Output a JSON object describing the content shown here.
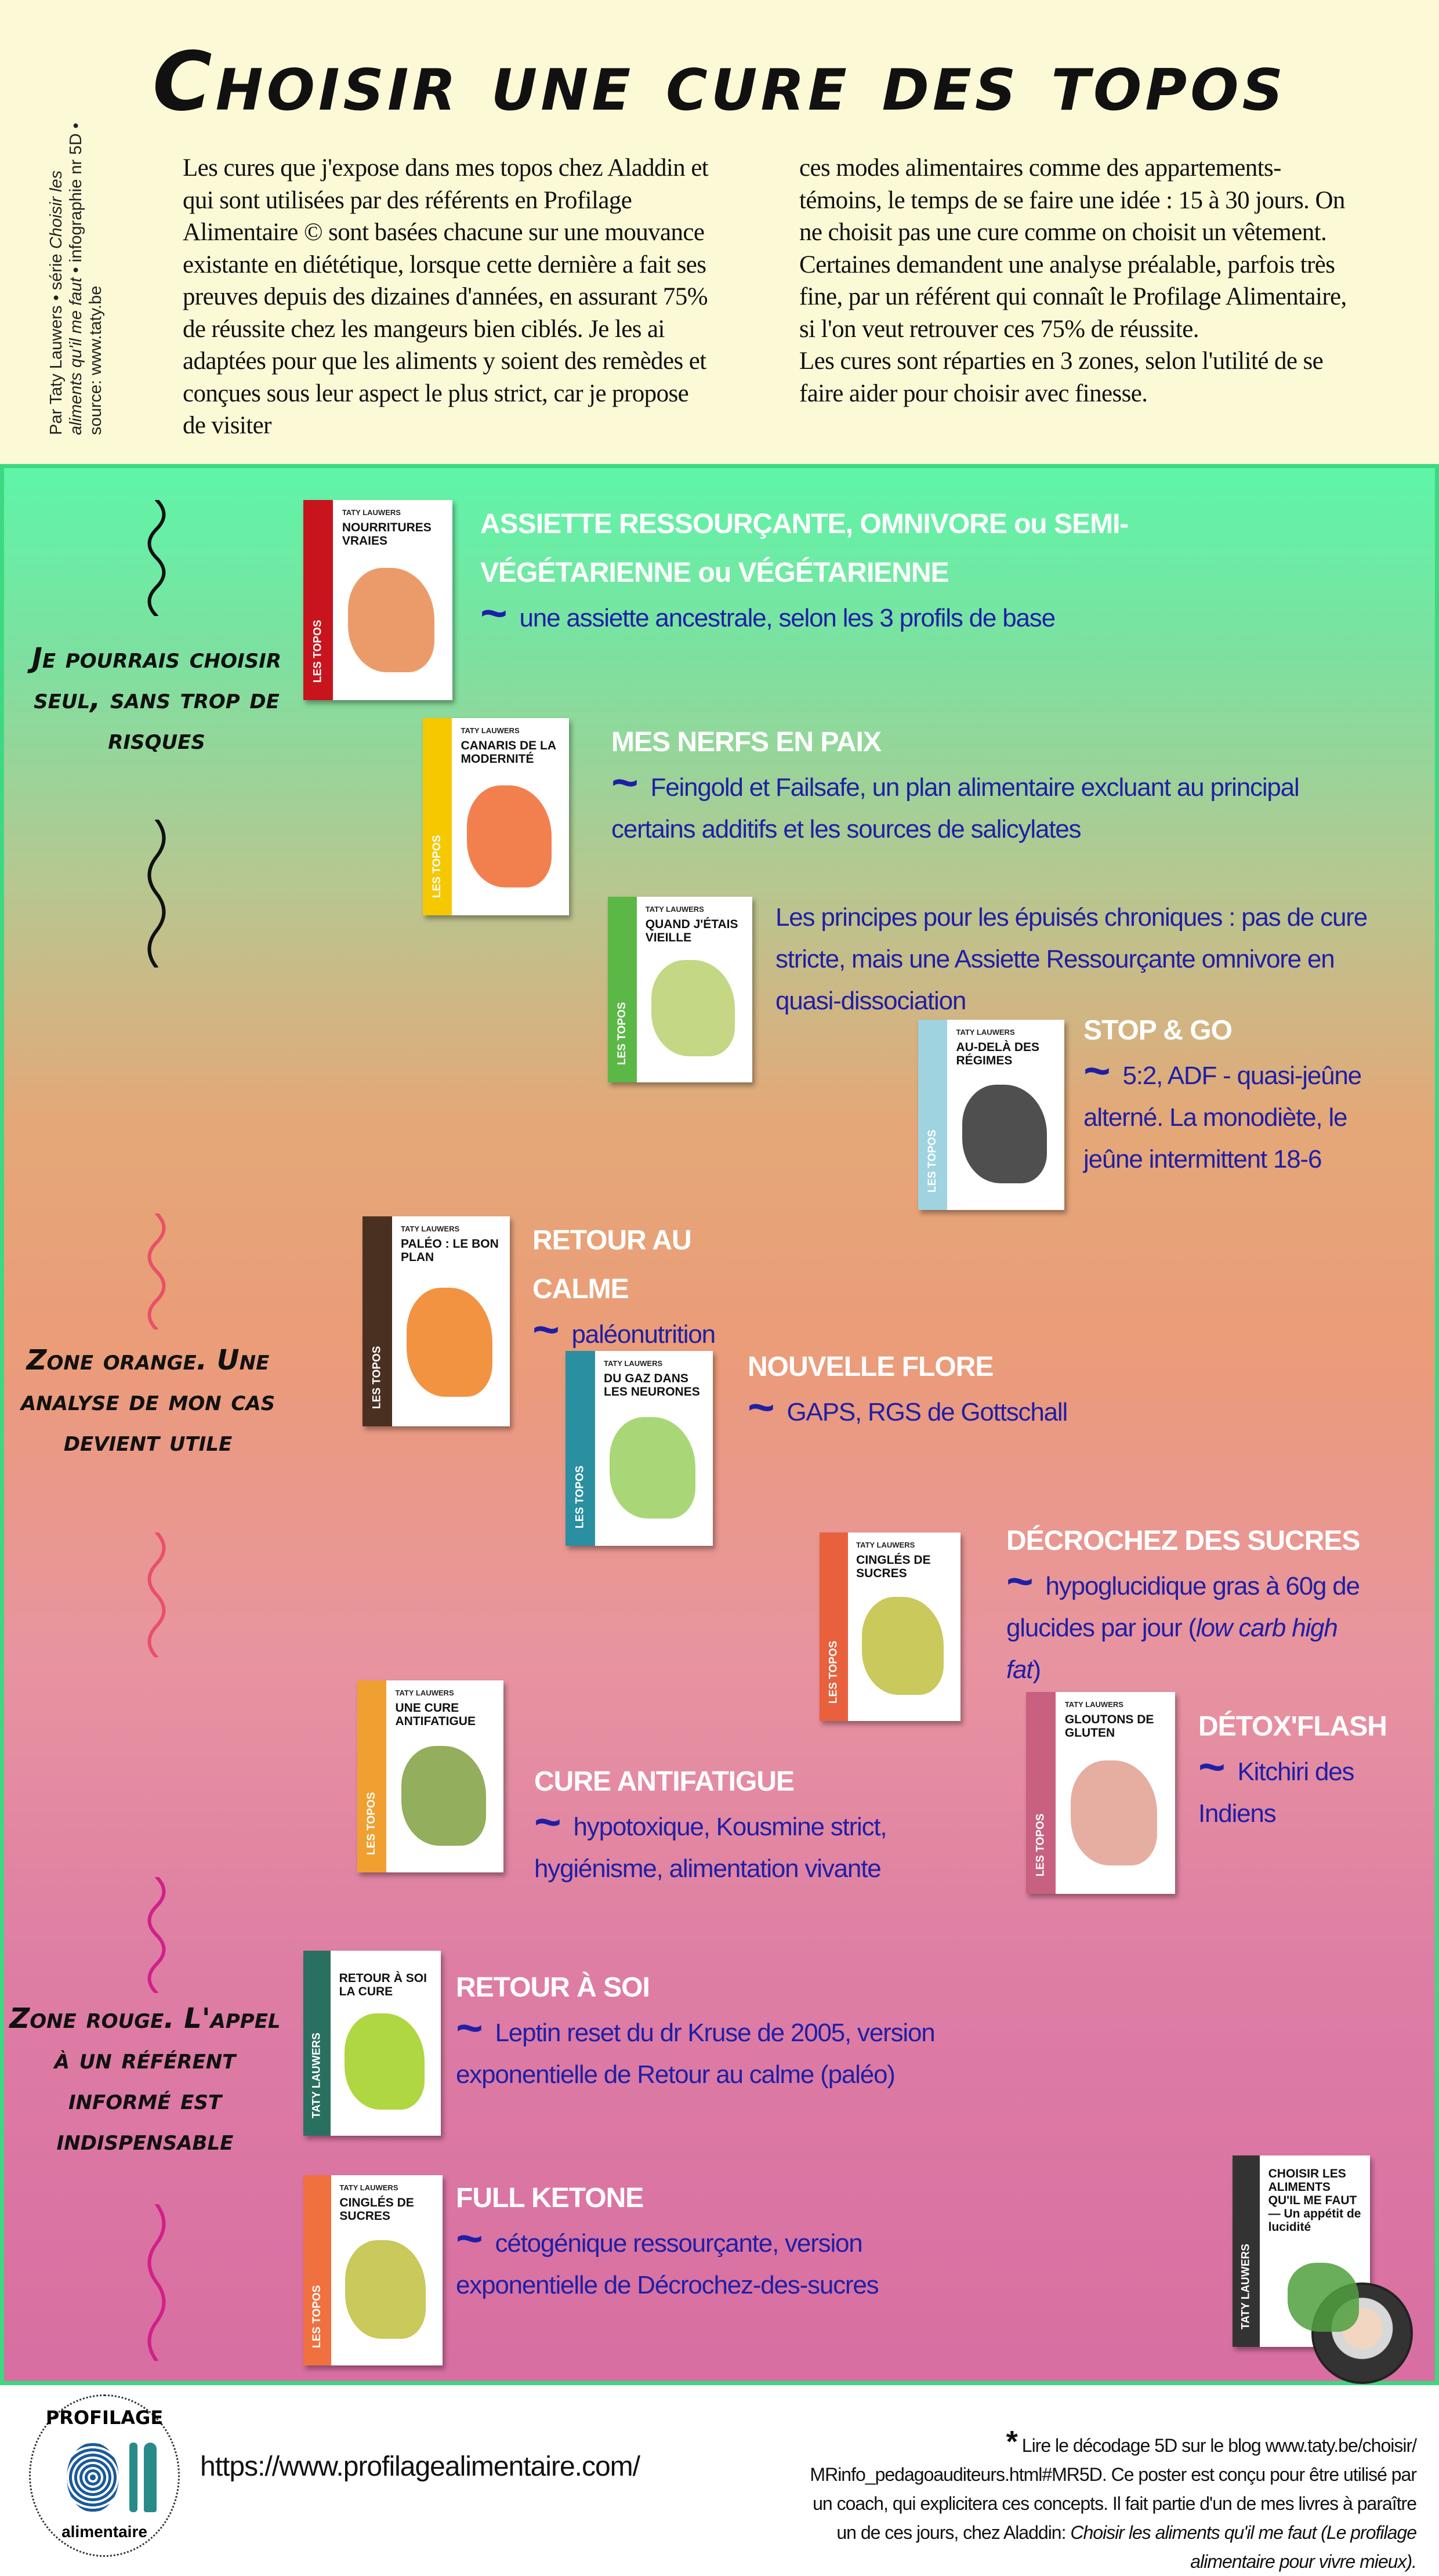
{
  "header": {
    "title": "Choisir une cure des topos",
    "side_note": [
      "Par Taty Lauwers  • série ",
      "Choisir les aliments qu'il me faut",
      " • infographie nr 5D • source: www.taty.be"
    ],
    "intro_col1": "Les cures que j'expose dans  mes topos chez Aladdin  et qui sont utilisées par des référents en Profilage Alimentaire © sont basées chacune sur une mouvance existante en diététique, lorsque cette dernière a fait ses preuves depuis des dizaines d'années, en assurant  75% de réussite chez les mangeurs bien ciblés. Je les ai adaptées pour que les aliments y soient des remèdes et conçues sous leur aspect le plus strict,  car je propose de visiter",
    "intro_col2": "ces modes alimentaires comme des appartements-témoins, le temps de se faire une idée : 15 à 30 jours. On ne choisit pas une cure comme on choisit un vêtement. Certaines demandent une analyse préalable, parfois très fine, par un référent qui connaît le Profilage Alimentaire, si l'on veut retrouver ces 75% de réussite.",
    "intro_col2b": "Les cures sont réparties en 3 zones, selon l'utilité de se faire aider pour choisir avec finesse."
  },
  "zones": [
    {
      "label": "Je pourrais choisir seul, sans trop de risques",
      "color": "#111111"
    },
    {
      "label": "Zone orange. Une analyse de mon cas devient utile",
      "color": "#e8506a"
    },
    {
      "label": "Zone rouge. L'appel à un référent informé est indispensable",
      "color": "#d0208a"
    }
  ],
  "books": [
    {
      "series": "LES TOPOS",
      "author": "TATY LAUWERS",
      "title": "NOURRITURES VRAIES",
      "spine": "#c8141c",
      "art": "#e88a50"
    },
    {
      "series": "LES TOPOS",
      "author": "TATY LAUWERS",
      "title": "CANARIS DE LA MODERNITÉ",
      "spine": "#f5c800",
      "art": "#f06a30"
    },
    {
      "series": "LES TOPOS",
      "author": "TATY LAUWERS",
      "title": "QUAND J'ÉTAIS VIEILLE",
      "spine": "#5bb846",
      "art": "#b8d070"
    },
    {
      "series": "LES TOPOS",
      "author": "TATY LAUWERS",
      "title": "AU-DELÀ DES RÉGIMES",
      "spine": "#9fd3e0",
      "art": "#303030"
    },
    {
      "series": "LES TOPOS",
      "author": "TATY LAUWERS",
      "title": "PALÉO : LE BON PLAN",
      "spine": "#4a3020",
      "art": "#f08020"
    },
    {
      "series": "LES TOPOS",
      "author": "TATY LAUWERS",
      "title": "DU GAZ DANS LES NEURONES",
      "spine": "#2a8fa0",
      "art": "#9ad060"
    },
    {
      "series": "LES TOPOS",
      "author": "TATY LAUWERS",
      "title": "CINGLÉS DE SUCRES",
      "spine": "#e8603c",
      "art": "#c0c040"
    },
    {
      "series": "LES TOPOS",
      "author": "TATY LAUWERS",
      "title": "GLOUTONS DE GLUTEN",
      "spine": "#c86080",
      "art": "#e0a090"
    },
    {
      "series": "LES TOPOS",
      "author": "TATY LAUWERS",
      "title": "UNE CURE ANTIFATIGUE",
      "spine": "#f0a030",
      "art": "#80a040"
    },
    {
      "series": "TATY LAUWERS",
      "author": "",
      "title": "RETOUR À SOI LA CURE",
      "spine": "#2a7060",
      "art": "#a0d020"
    },
    {
      "series": "LES TOPOS",
      "author": "TATY LAUWERS",
      "title": "CINGLÉS DE SUCRES",
      "spine": "#f07040",
      "art": "#c0c040"
    },
    {
      "series": "TATY LAUWERS",
      "author": "",
      "title": "CHOISIR LES ALIMENTS QU'IL ME FAUT — Un appétit de lucidité",
      "spine": "#333333",
      "art": "#50a040"
    }
  ],
  "cures": [
    {
      "heading": "ASSIETTE RESSOURÇANTE, OMNIVORE ou SEMI-VÉGÉTARIENNE ou VÉGÉTARIENNE",
      "desc": "une assiette ancestrale, selon les 3 profils de base"
    },
    {
      "heading": "MES NERFS EN PAIX",
      "desc": "Feingold et Failsafe, un plan alimentaire  excluant au principal certains additifs et les sources de salicylates"
    },
    {
      "heading": "",
      "desc": "Les principes pour les épuisés chroniques : pas de cure stricte, mais une Assiette Ressourçante omnivore en quasi-dissociation"
    },
    {
      "heading": "STOP & GO",
      "desc": "5:2, ADF - quasi-jeûne alterné. La monodiète, le jeûne intermittent 18-6"
    },
    {
      "heading": "RETOUR AU CALME",
      "desc": "paléonutrition"
    },
    {
      "heading": "NOUVELLE FLORE",
      "desc": "GAPS, RGS de Gottschall"
    },
    {
      "heading": "DÉCROCHEZ DES SUCRES",
      "desc": "hypoglucidique gras à 60g de glucides par jour (",
      "desc_italic": "low carb high fat",
      "desc_end": ")"
    },
    {
      "heading": "DÉTOX'FLASH",
      "desc": "Kitchiri des Indiens"
    },
    {
      "heading": "CURE ANTIFATIGUE",
      "desc": "hypotoxique, Kousmine strict, hygiénisme, alimentation vivante"
    },
    {
      "heading": "RETOUR À SOI",
      "desc": "Leptin reset du dr Kruse de 2005, version exponentielle de Retour au calme (paléo)"
    },
    {
      "heading": "FULL KETONE",
      "desc": "cétogénique ressourçante, version exponentielle de Décrochez-des-sucres"
    }
  ],
  "footer": {
    "logo_top": "PROFILAGE",
    "logo_bottom": "alimentaire",
    "url": "https://www.profilagealimentaire.com/",
    "note_star": "*",
    "note": "Lire le décodage 5D sur le blog www.taty.be/choisir/ MRinfo_pedagoauditeurs.html#MR5D.  Ce poster est conçu pour être utilisé par un coach, qui explicitera ces concepts.  Il fait partie d'un de mes livres à paraître un de ces jours, chez Aladdin: ",
    "note_italic": "Choisir les aliments qu'il me faut  (Le profilage alimentaire pour vivre mieux)."
  }
}
